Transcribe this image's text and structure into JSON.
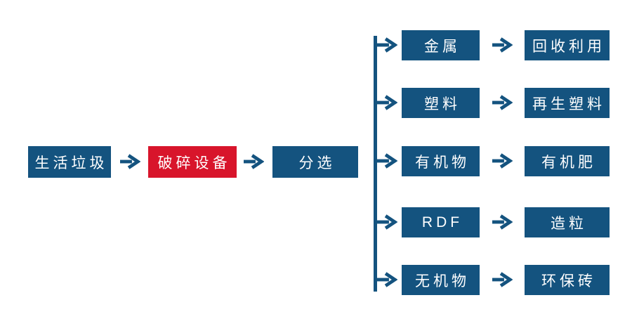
{
  "colors": {
    "node_blue": "#14537F",
    "node_red": "#D8152B",
    "text_white": "#FFFFFF",
    "background": "#FFFFFF"
  },
  "flow": {
    "source_label": "生活垃圾",
    "crusher_label": "破碎设备",
    "sorter_label": "分选",
    "branches": [
      {
        "output": "金属",
        "result": "回收利用"
      },
      {
        "output": "塑料",
        "result": "再生塑料"
      },
      {
        "output": "有机物",
        "result": "有机肥"
      },
      {
        "output": "RDF",
        "result": "造粒"
      },
      {
        "output": "无机物",
        "result": "环保砖"
      }
    ]
  }
}
